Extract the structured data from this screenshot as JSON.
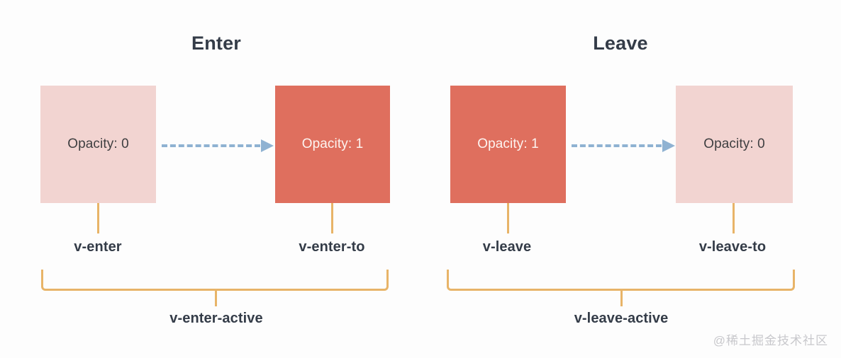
{
  "diagram": {
    "groups": [
      {
        "title": "Enter",
        "from": {
          "box_text": "Opacity: 0",
          "class_label": "v-enter"
        },
        "to": {
          "box_text": "Opacity: 1",
          "class_label": "v-enter-to"
        },
        "active_label": "v-enter-active"
      },
      {
        "title": "Leave",
        "from": {
          "box_text": "Opacity: 1",
          "class_label": "v-leave"
        },
        "to": {
          "box_text": "Opacity: 0",
          "class_label": "v-leave-to"
        },
        "active_label": "v-leave-active"
      }
    ],
    "watermark": "@稀土掘金技术社区",
    "colors": {
      "background": "#fdfdfd",
      "box_light": "#f2d4d1",
      "box_dark": "#df6f5e",
      "bracket": "#e8b468",
      "arrow": "#8fb2d2",
      "text_dark": "#343c48",
      "text_on_dark": "#fdf4f0",
      "watermark": "#c8c8cc"
    }
  }
}
